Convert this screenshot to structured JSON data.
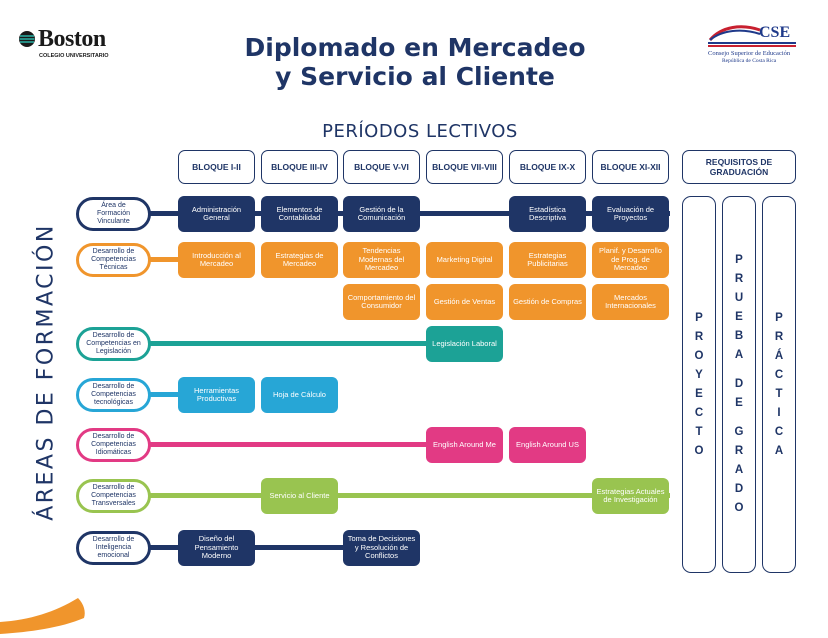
{
  "logos": {
    "boston": {
      "name": "Boston",
      "subtitle": "COLEGIO UNIVERSITARIO"
    },
    "cse": {
      "abbr": "CSE",
      "line1": "Consejo Superior de Educación",
      "line2": "República de Costa Rica"
    }
  },
  "title": {
    "line1": "Diplomado en Mercadeo",
    "line2": "y Servicio al Cliente"
  },
  "periods_label": "PERÍODOS LECTIVOS",
  "blocks": [
    "BLOQUE I-II",
    "BLOQUE III-IV",
    "BLOQUE V-VI",
    "BLOQUE VII-VIII",
    "BLOQUE IX-X",
    "BLOQUE XI-XII"
  ],
  "requirements_header": "REQUISITOS DE GRADUACIÓN",
  "areas_title": "ÁREAS DE FORMACIÓN",
  "colors": {
    "navy": "#1f3566",
    "orange": "#f0952c",
    "teal": "#1ca296",
    "sky": "#27a6d6",
    "magenta": "#e23a84",
    "lime": "#99c450"
  },
  "areas": [
    {
      "label": "Área de Formación Vinculante",
      "color": "#1f3566"
    },
    {
      "label": "Desarrollo de Competencias Técnicas",
      "color": "#f0952c"
    },
    {
      "label": "Desarrollo de Competencias en Legislación",
      "color": "#1ca296"
    },
    {
      "label": "Desarrollo de Competencias tecnológicas",
      "color": "#27a6d6"
    },
    {
      "label": "Desarrollo de Competencias Idiomáticas",
      "color": "#e23a84"
    },
    {
      "label": "Desarrollo de Competencias Transversales",
      "color": "#99c450"
    },
    {
      "label": "Desarrollo de Inteligencia emocional",
      "color": "#1f3566"
    }
  ],
  "courses": {
    "vinc_1": "Administración General",
    "vinc_2": "Elementos de Contabilidad",
    "vinc_3": "Gestión de la Comunicación",
    "vinc_5": "Estadística Descriptiva",
    "vinc_6": "Evaluación de Proyectos",
    "tec_1": "Introducción al Mercadeo",
    "tec_2": "Estrategias de Mercadeo",
    "tec_3": "Tendencias Modernas del Mercadeo",
    "tec_4": "Marketing Digital",
    "tec_5": "Estrategias Publicitarias",
    "tec_6": "Planif. y Desarrollo de Prog. de Mercadeo",
    "tec_7": "Comportamiento del Consumidor",
    "tec_8": "Gestión de Ventas",
    "tec_9": "Gestión de Compras",
    "tec_10": "Mercados Internacionales",
    "leg_1": "Legislación Laboral",
    "tecno_1": "Herramientas Productivas",
    "tecno_2": "Hoja de Cálculo",
    "idio_1": "English Around Me",
    "idio_2": "English Around US",
    "trans_1": "Servicio al Cliente",
    "trans_2": "Estrategias Actuales de Investigación",
    "emo_1": "Diseño del Pensamiento Moderno",
    "emo_2": "Toma de Decisiones y Resolución de Conflictos"
  },
  "requirements": [
    {
      "word": "PROYECTO",
      "letters": [
        "P",
        "R",
        "O",
        "Y",
        "E",
        "C",
        "T",
        "O"
      ]
    },
    {
      "word": "PRUEBA DE GRADO",
      "letters": [
        "P",
        "R",
        "U",
        "E",
        "B",
        "A",
        "",
        "D",
        "E",
        "",
        "G",
        "R",
        "A",
        "D",
        "O"
      ]
    },
    {
      "word": "PRÁCTICA",
      "letters": [
        "P",
        "R",
        "Á",
        "C",
        "T",
        "I",
        "C",
        "A"
      ]
    }
  ]
}
